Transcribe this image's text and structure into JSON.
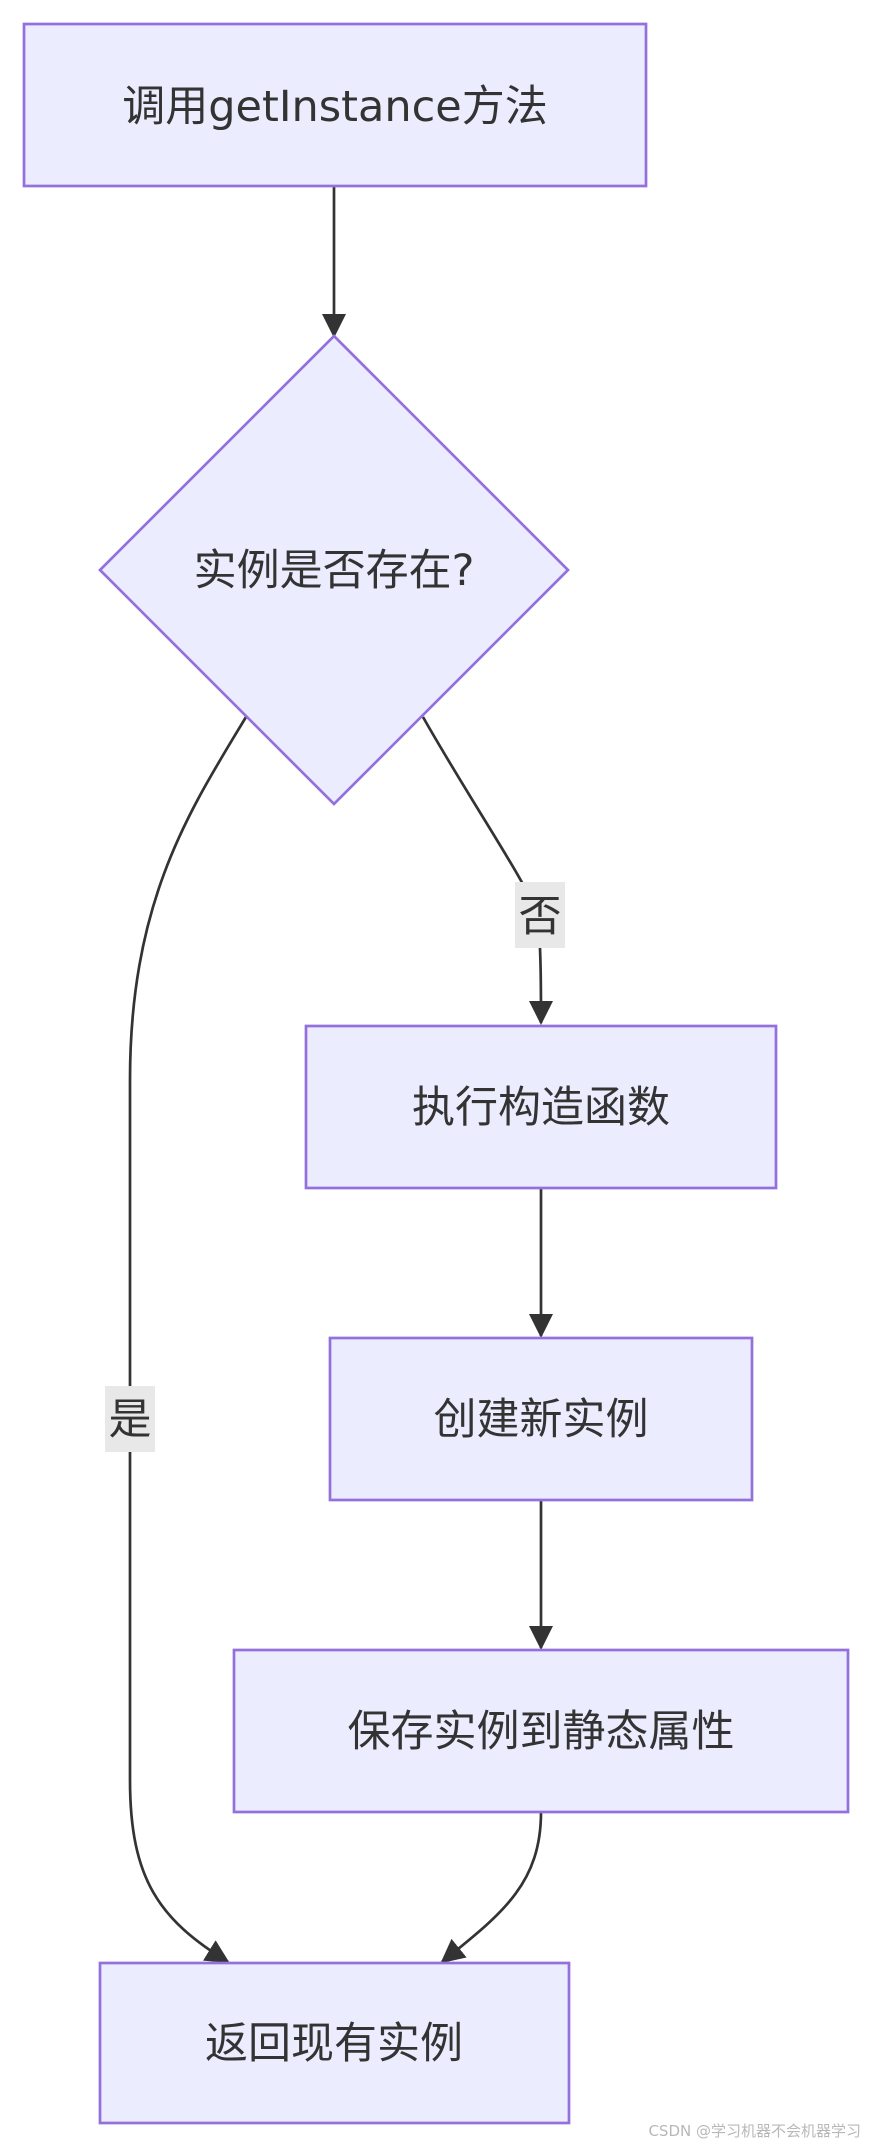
{
  "nodes": {
    "call_get_instance": "调用getInstance方法",
    "instance_exists": "实例是否存在?",
    "run_constructor": "执行构造函数",
    "create_instance": "创建新实例",
    "save_static": "保存实例到静态属性",
    "return_instance": "返回现有实例"
  },
  "edges": {
    "yes_label": "是",
    "no_label": "否"
  },
  "colors": {
    "node_fill": "#ECECFF",
    "node_stroke": "#9370DB",
    "edge": "#333333",
    "label_bg": "#e8e8e8"
  },
  "watermark": "CSDN @学习机器不会机器学习"
}
